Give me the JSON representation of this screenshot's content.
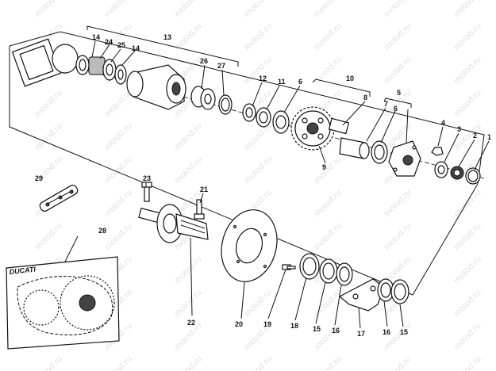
{
  "diagram": {
    "watermark_text": "motod.ru",
    "brand_logo": "DUCATI",
    "callouts": [
      "1",
      "2",
      "3",
      "4",
      "5",
      "6",
      "7",
      "8",
      "9",
      "10",
      "11",
      "12",
      "13",
      "14",
      "24",
      "25",
      "14",
      "26",
      "27",
      "29",
      "23",
      "21",
      "28",
      "22",
      "20",
      "19",
      "18",
      "15",
      "16",
      "17",
      "16",
      "15"
    ]
  }
}
